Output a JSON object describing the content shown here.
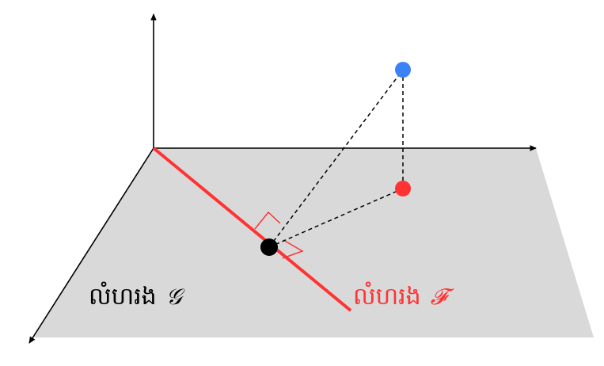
{
  "labels": {
    "plane_g_word": "លំហរង",
    "plane_g_symbol": "𝒢",
    "plane_f_word": "លំហរង",
    "plane_f_symbol": "𝓕"
  },
  "colors": {
    "plane_fill": "#d9d9d9",
    "axis": "#000000",
    "subspace_line": "#ff3333",
    "projection_point": "#ff3333",
    "original_point": "#3b82f6",
    "foot_point": "#000000",
    "label_g": "#000000",
    "label_f": "#ff3333"
  }
}
